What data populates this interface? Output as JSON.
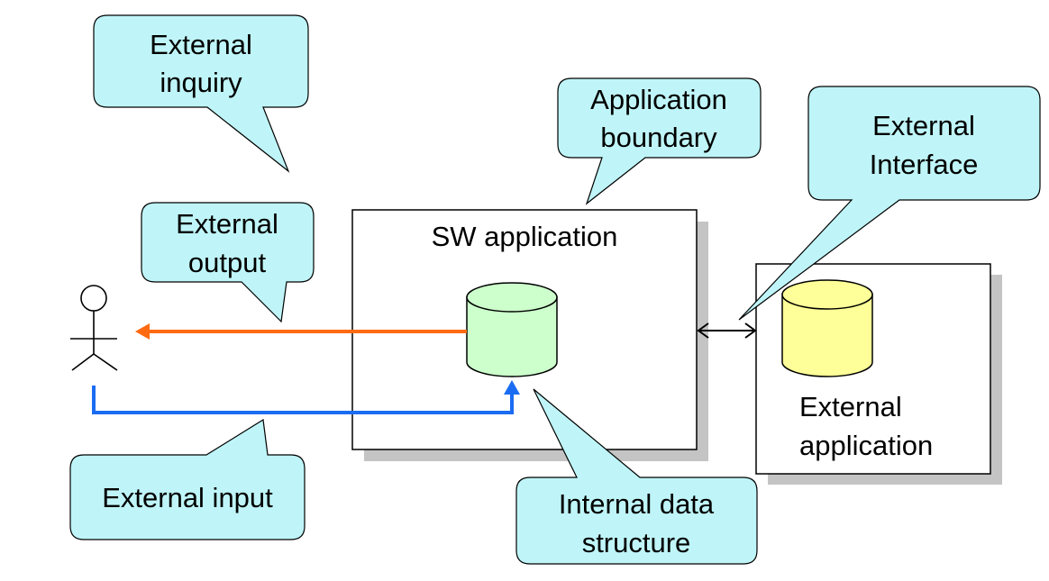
{
  "colors": {
    "callout_fill": "#bff5f8",
    "output_arrow": "#ff6a10",
    "input_arrow": "#1a6cf2",
    "internal_db": "#ccffcc",
    "external_db": "#ffff99",
    "box_shadow": "#c4c4c4"
  },
  "callouts": {
    "external_inquiry": [
      "External",
      "inquiry"
    ],
    "application_boundary": [
      "Application",
      "boundary"
    ],
    "external_interface": [
      "External",
      "Interface"
    ],
    "external_output": [
      "External",
      "output"
    ],
    "external_input": [
      "External input"
    ],
    "internal_data_structure": [
      "Internal data",
      "structure"
    ]
  },
  "boxes": {
    "sw_application": "SW application",
    "external_application": [
      "External",
      "application"
    ]
  }
}
